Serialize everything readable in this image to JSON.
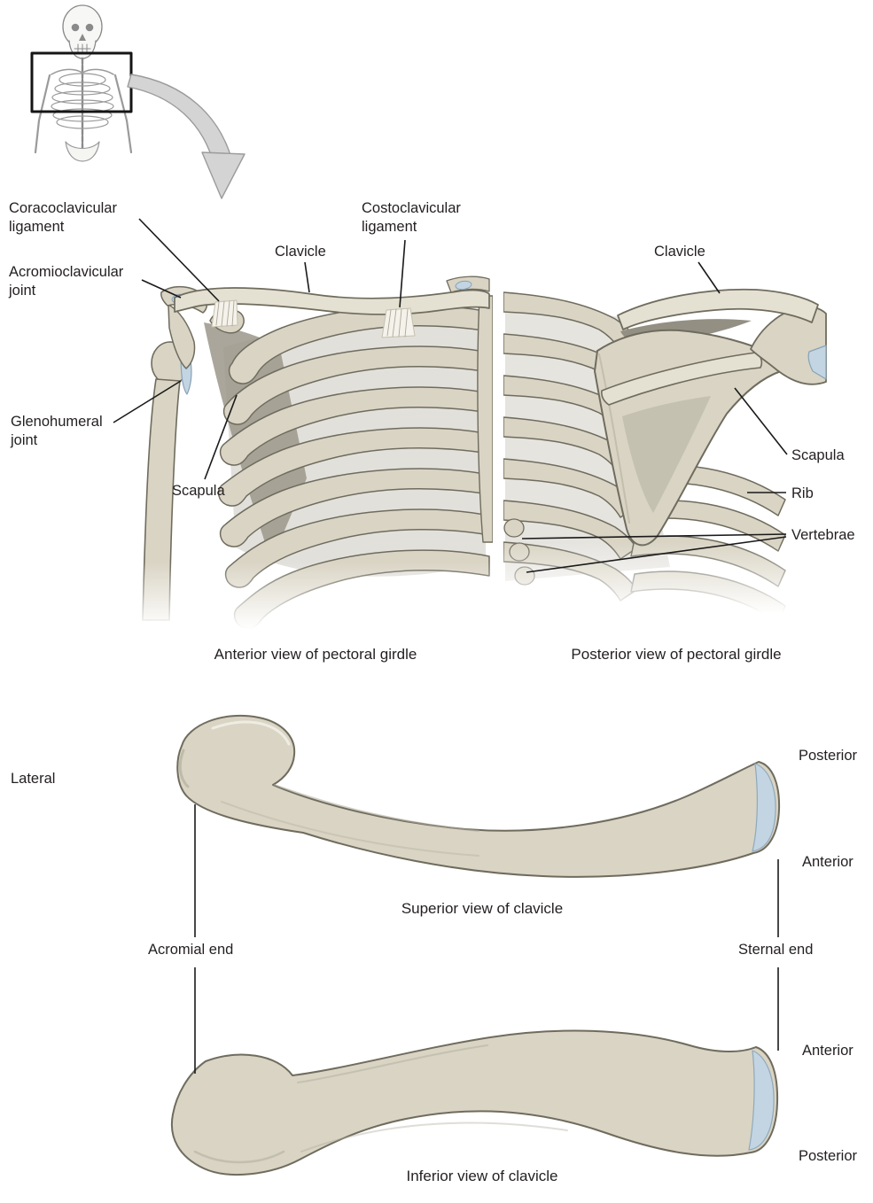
{
  "captions": {
    "anterior_view": "Anterior view of pectoral girdle",
    "posterior_view": "Posterior view of pectoral girdle",
    "superior_view": "Superior view of clavicle",
    "inferior_view": "Inferior view of clavicle"
  },
  "labels": {
    "coracoclavicular_ligament": "Coracoclavicular ligament",
    "acromioclavicular_joint": "Acromioclavicular joint",
    "clavicle_anterior": "Clavicle",
    "costoclavicular_ligament": "Costoclavicular ligament",
    "clavicle_posterior": "Clavicle",
    "glenohumeral_joint": "Glenohumeral joint",
    "scapula_anterior": "Scapula",
    "scapula_posterior": "Scapula",
    "rib": "Rib",
    "vertebrae": "Vertebrae",
    "lateral": "Lateral",
    "posterior_superior": "Posterior",
    "anterior_superior": "Anterior",
    "acromial_end": "Acromial end",
    "sternal_end": "Sternal end",
    "anterior_inferior": "Anterior",
    "posterior_inferior": "Posterior"
  },
  "colors": {
    "bone": "#d9d4c4",
    "bone_light": "#e4e0d2",
    "bone_dark": "#aeaa9a",
    "bone_stroke": "#6f6c5e",
    "cartilage": "#c3d5e2",
    "shadow": "#938f83",
    "ligament": "#f4f2ea",
    "leader": "#1a1a1a",
    "text": "#231f20",
    "arrow": "#d4d4d4"
  }
}
